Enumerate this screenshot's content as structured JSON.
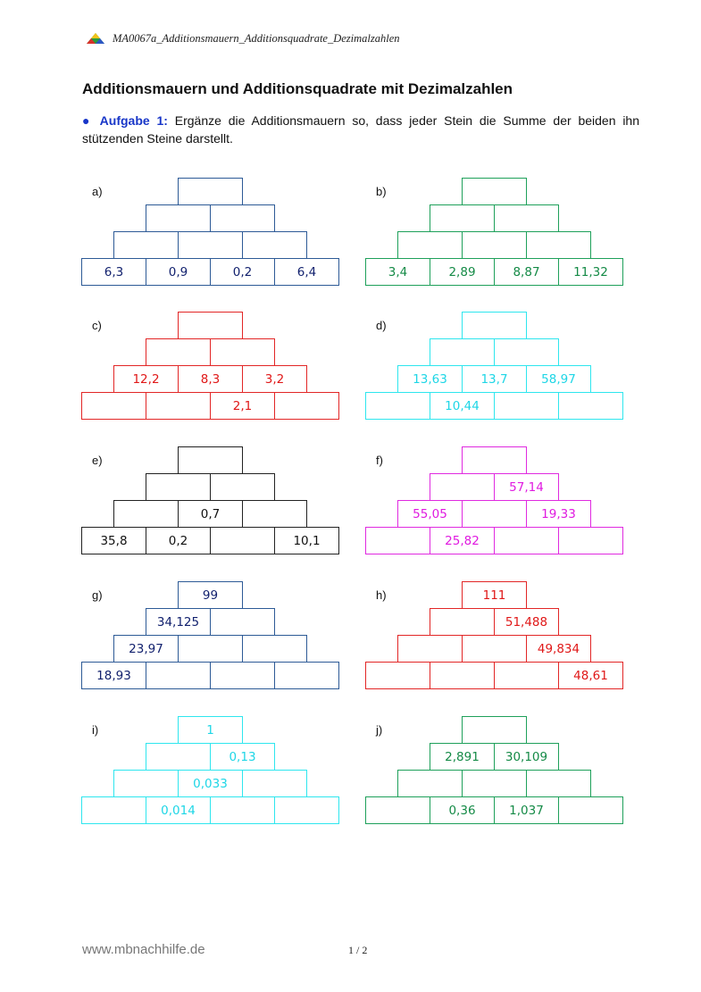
{
  "header": {
    "doc_title": "MA0067a_Additionsmauern_Additionsquadrate_Dezimalzahlen"
  },
  "page_title": "Additionsmauern und Additionsquadrate mit Dezimalzahlen",
  "task": {
    "label": "● Aufgabe 1:",
    "text": "Ergänze die Additionsmauern so, dass jeder Stein die Summe der beiden ihn stützenden Steine darstellt."
  },
  "walls": [
    {
      "label": "a)",
      "color": "#2d5a96",
      "text_color": "#12216e",
      "rows": [
        [
          ""
        ],
        [
          "",
          ""
        ],
        [
          "",
          "",
          ""
        ],
        [
          "6,3",
          "0,9",
          "0,2",
          "6,4"
        ]
      ]
    },
    {
      "label": "b)",
      "color": "#1ea05a",
      "text_color": "#148a46",
      "rows": [
        [
          ""
        ],
        [
          "",
          ""
        ],
        [
          "",
          "",
          ""
        ],
        [
          "3,4",
          "2,89",
          "8,87",
          "11,32"
        ]
      ]
    },
    {
      "label": "c)",
      "color": "#e22626",
      "text_color": "#e01818",
      "rows": [
        [
          ""
        ],
        [
          "",
          ""
        ],
        [
          "12,2",
          "8,3",
          "3,2"
        ],
        [
          "",
          "",
          "2,1",
          ""
        ]
      ]
    },
    {
      "label": "d)",
      "color": "#2ee6ee",
      "text_color": "#1ed6e6",
      "rows": [
        [
          ""
        ],
        [
          "",
          ""
        ],
        [
          "13,63",
          "13,7",
          "58,97"
        ],
        [
          "",
          "10,44",
          "",
          ""
        ]
      ]
    },
    {
      "label": "e)",
      "color": "#222222",
      "text_color": "#111111",
      "rows": [
        [
          ""
        ],
        [
          "",
          ""
        ],
        [
          "",
          "0,7",
          ""
        ],
        [
          "35,8",
          "0,2",
          "",
          "10,1"
        ]
      ]
    },
    {
      "label": "f)",
      "color": "#e02ae0",
      "text_color": "#e01ae0",
      "rows": [
        [
          ""
        ],
        [
          "",
          "57,14"
        ],
        [
          "55,05",
          "",
          "19,33"
        ],
        [
          "",
          "25,82",
          "",
          ""
        ]
      ]
    },
    {
      "label": "g)",
      "color": "#2d5a96",
      "text_color": "#12216e",
      "rows": [
        [
          "99"
        ],
        [
          "34,125",
          ""
        ],
        [
          "23,97",
          "",
          ""
        ],
        [
          "18,93",
          "",
          "",
          ""
        ]
      ]
    },
    {
      "label": "h)",
      "color": "#e22626",
      "text_color": "#e01818",
      "rows": [
        [
          "111"
        ],
        [
          "",
          "51,488"
        ],
        [
          "",
          "",
          "49,834"
        ],
        [
          "",
          "",
          "",
          "48,61"
        ]
      ]
    },
    {
      "label": "i)",
      "color": "#2ee6ee",
      "text_color": "#1ed6e6",
      "rows": [
        [
          "1"
        ],
        [
          "",
          "0,13"
        ],
        [
          "",
          "0,033",
          ""
        ],
        [
          "",
          "0,014",
          "",
          ""
        ]
      ]
    },
    {
      "label": "j)",
      "color": "#1ea05a",
      "text_color": "#148a46",
      "rows": [
        [
          ""
        ],
        [
          "2,891",
          "30,109"
        ],
        [
          "",
          "",
          ""
        ],
        [
          "",
          "0,36",
          "1,037",
          ""
        ]
      ]
    }
  ],
  "footer": {
    "url": "www.mbnachhilfe.de",
    "page": "1 / 2"
  }
}
